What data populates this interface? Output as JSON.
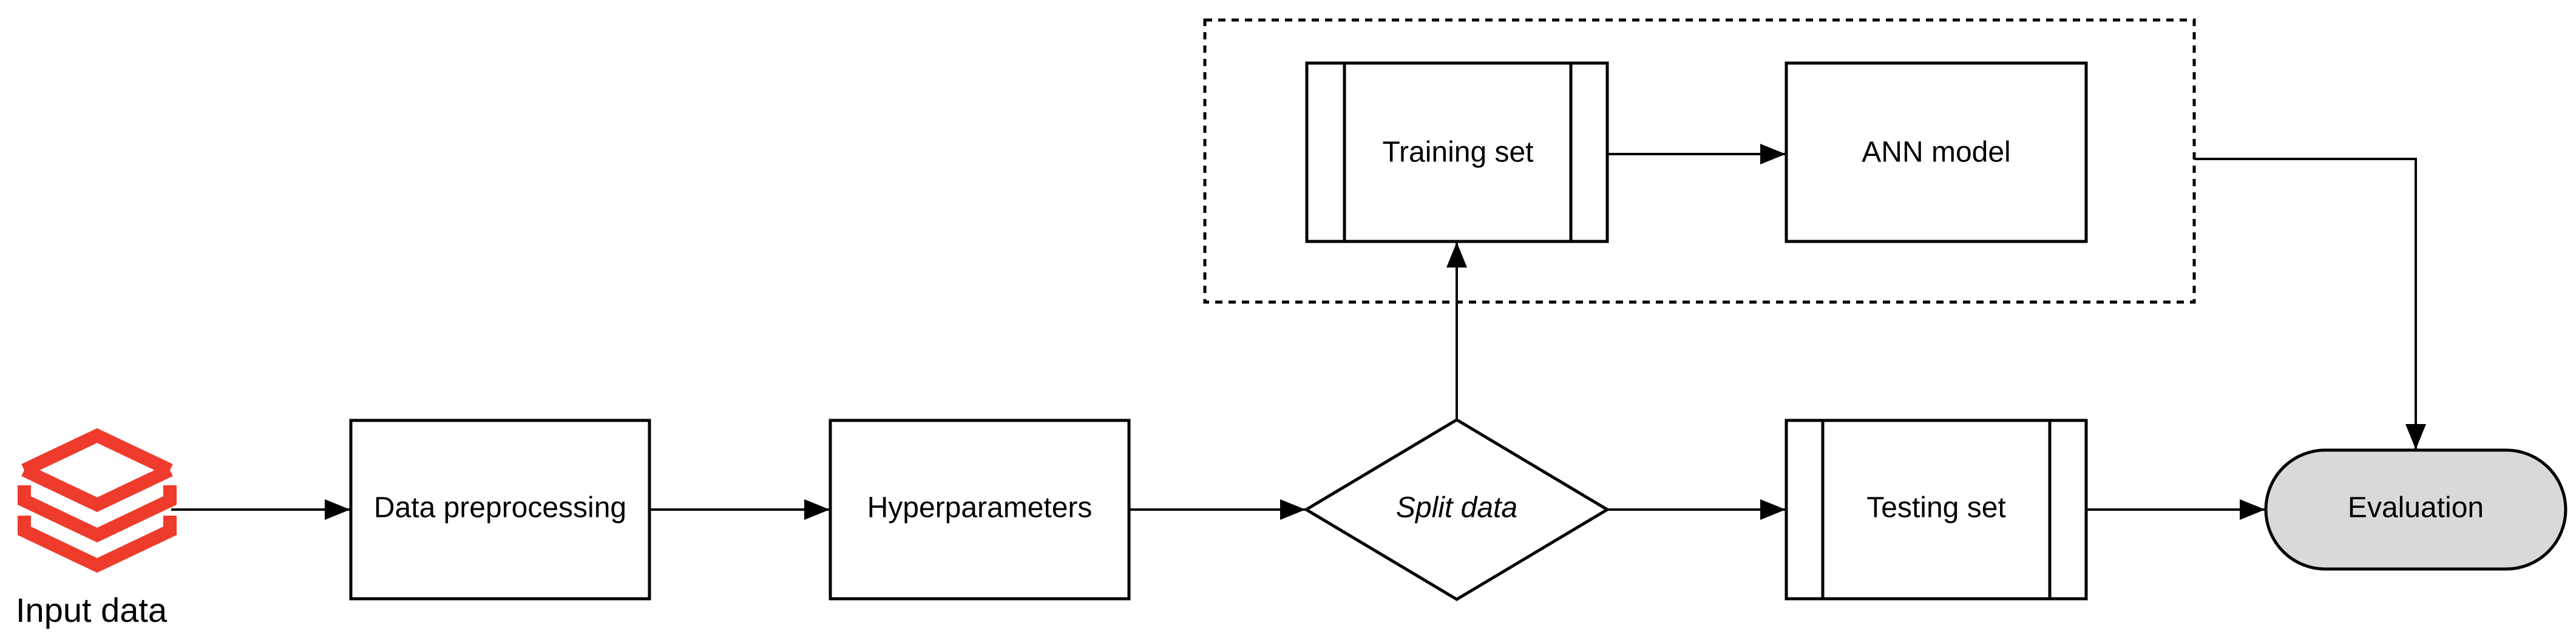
{
  "nodes": {
    "input_data": {
      "label": "Input data",
      "icon": "stacked-layers-icon"
    },
    "data_preprocessing": {
      "label": "Data preprocessing"
    },
    "hyperparameters": {
      "label": "Hyperparameters"
    },
    "split_data": {
      "label": "Split data"
    },
    "training_set": {
      "label": "Training set"
    },
    "ann_model": {
      "label": "ANN model"
    },
    "testing_set": {
      "label": "Testing set"
    },
    "evaluation": {
      "label": "Evaluation"
    }
  },
  "colors": {
    "stroke": "#000000",
    "icon": "#EF3B2C",
    "evaluation_fill": "#D9D9D9",
    "background": "#FFFFFF"
  }
}
